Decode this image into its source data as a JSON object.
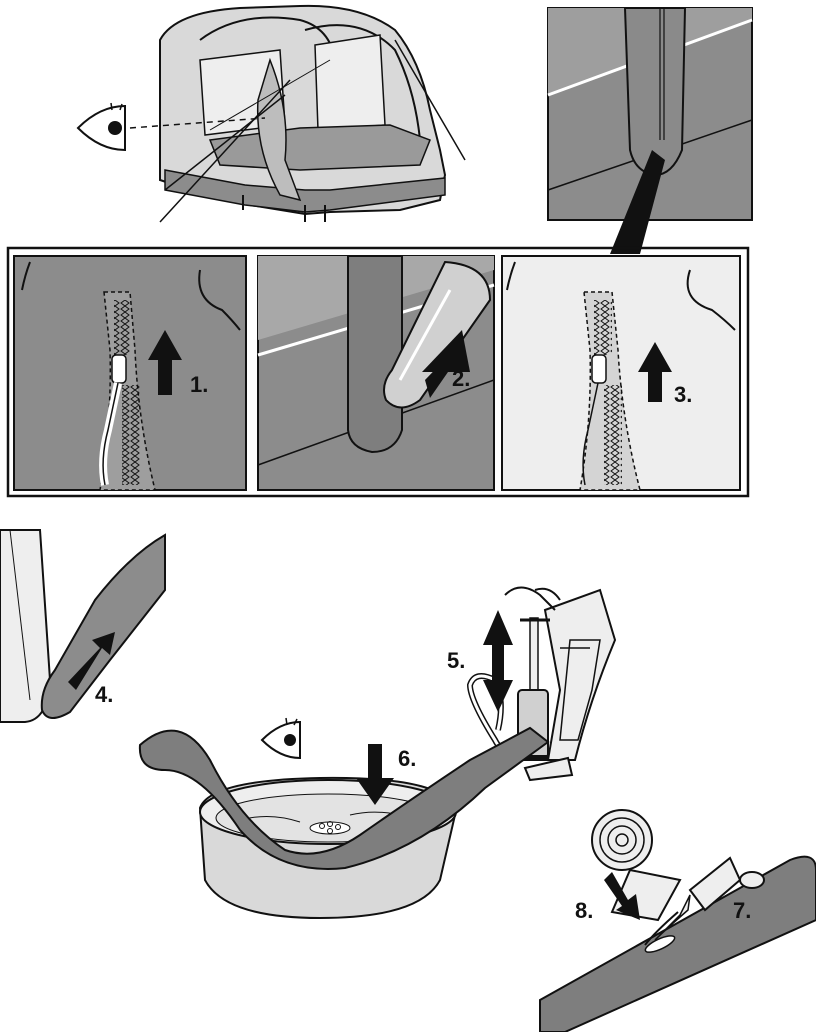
{
  "colors": {
    "panel_gray": "#8c8c8c",
    "light_gray": "#d9d9d9",
    "pale_gray": "#eeeeee",
    "mid_gray": "#a8a8a8",
    "tube_gray": "#7e7e7e",
    "outline": "#111111"
  },
  "steps": {
    "s1": "1.",
    "s2": "2.",
    "s3": "3.",
    "s4": "4.",
    "s5": "5.",
    "s6": "6.",
    "s7": "7.",
    "s8": "8."
  },
  "icons": [
    "eye-icon",
    "arrow-up-icon",
    "arrow-down-icon",
    "double-arrow-icon"
  ]
}
